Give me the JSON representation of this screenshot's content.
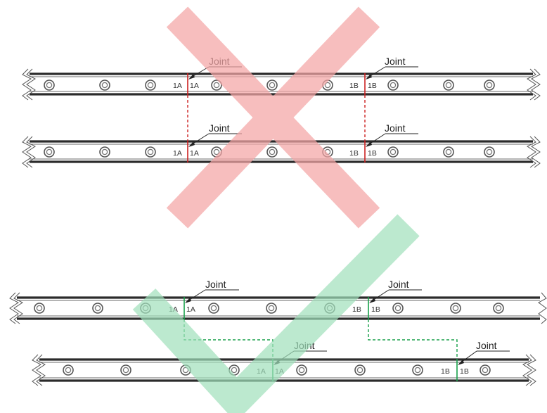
{
  "labels": {
    "joint": "Joint",
    "section_1a": "1A",
    "section_1b": "1B"
  },
  "colors": {
    "wrong_mark": "#f4a6a6",
    "right_mark": "#9fdfba",
    "wrong_joint_line": "#cc2020",
    "right_joint_line": "#18a04a",
    "rail": "#2b2b2b"
  },
  "marks": {
    "top_group": "cross-icon",
    "bottom_group": "check-icon"
  }
}
